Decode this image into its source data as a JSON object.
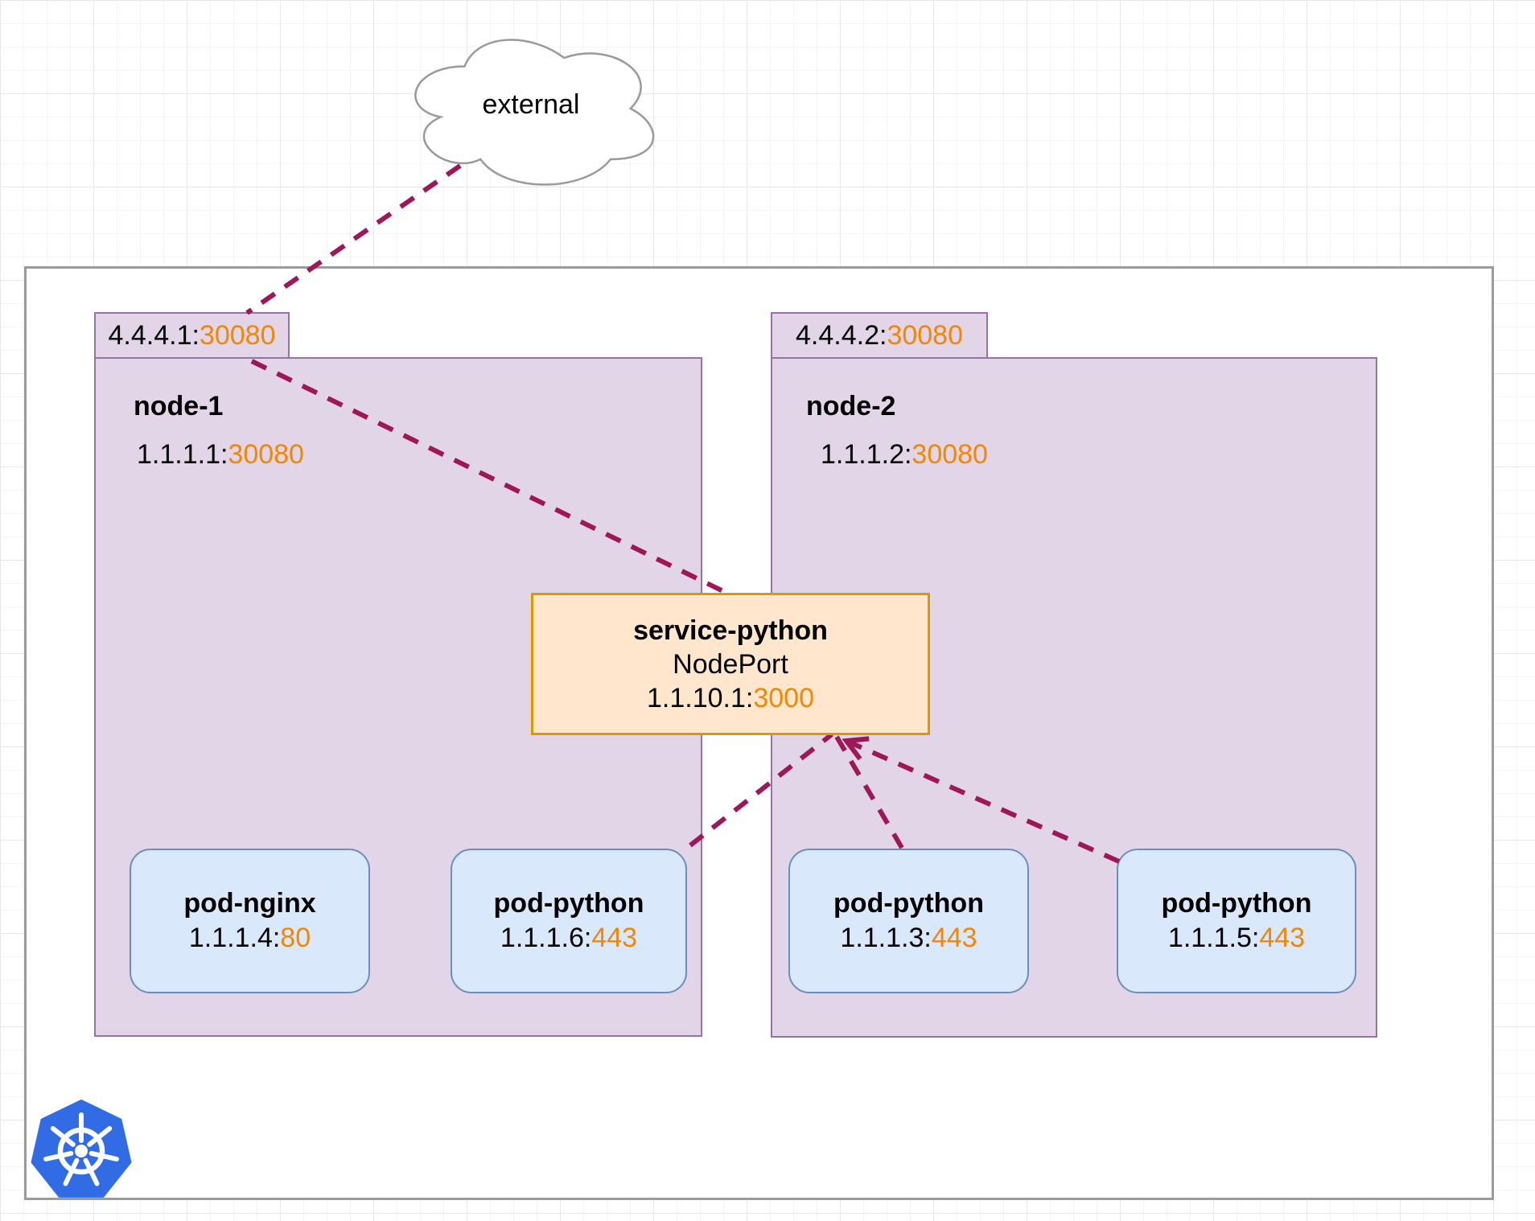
{
  "diagram": {
    "external": {
      "label": "external"
    },
    "nodes": [
      {
        "name": "node-1",
        "tab_ip": "4.4.4.1:",
        "tab_port": "30080",
        "ip": "1.1.1.1:",
        "port": "30080"
      },
      {
        "name": "node-2",
        "tab_ip": "4.4.4.2:",
        "tab_port": "30080",
        "ip": "1.1.1.2:",
        "port": "30080"
      }
    ],
    "service": {
      "name": "service-python",
      "type": "NodePort",
      "ip": "1.1.10.1:",
      "port": "3000"
    },
    "pods": [
      {
        "name": "pod-nginx",
        "ip": "1.1.1.4:",
        "port": "80"
      },
      {
        "name": "pod-python",
        "ip": "1.1.1.6:",
        "port": "443"
      },
      {
        "name": "pod-python",
        "ip": "1.1.1.3:",
        "port": "443"
      },
      {
        "name": "pod-python",
        "ip": "1.1.1.5:",
        "port": "443"
      }
    ],
    "colors": {
      "node_fill": "#E1D5E7",
      "node_border": "#9673A6",
      "pod_fill": "#DAE8FC",
      "pod_border": "#6C8EBF",
      "service_fill": "#FFE6CC",
      "service_border": "#D79B00",
      "connector": "#9E1758",
      "port_text": "#F08705",
      "cluster_border": "#9B9B9B",
      "kubernetes_blue": "#326CE5"
    }
  }
}
